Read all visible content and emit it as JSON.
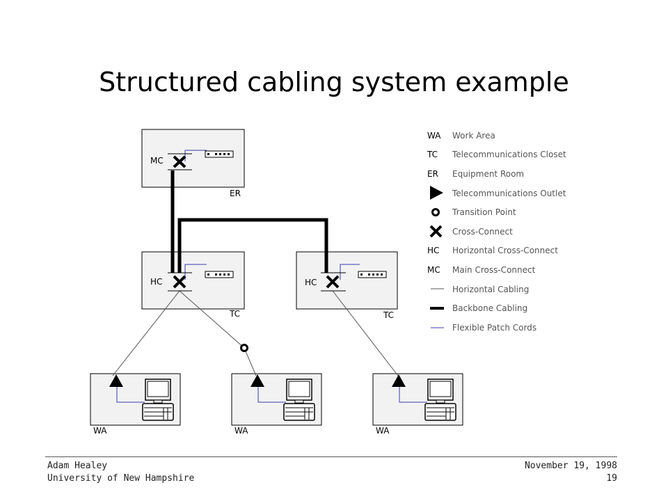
{
  "slide": {
    "title": "Structured cabling system example"
  },
  "diagram": {
    "rooms": {
      "er": {
        "box_label": "ER",
        "xconnect_label": "MC"
      },
      "tc1": {
        "box_label": "TC",
        "xconnect_label": "HC"
      },
      "tc2": {
        "box_label": "TC",
        "xconnect_label": "HC"
      },
      "wa1": {
        "box_label": "WA"
      },
      "wa2": {
        "box_label": "WA"
      },
      "wa3": {
        "box_label": "WA"
      }
    }
  },
  "legend": {
    "items": [
      {
        "abbr": "WA",
        "icon": "text",
        "label": "Work Area"
      },
      {
        "abbr": "TC",
        "icon": "text",
        "label": "Telecommunications Closet"
      },
      {
        "abbr": "ER",
        "icon": "text",
        "label": "Equipment Room"
      },
      {
        "abbr": "",
        "icon": "telecom-outlet-icon",
        "label": "Telecommunications Outlet"
      },
      {
        "abbr": "",
        "icon": "transition-point-icon",
        "label": "Transition Point"
      },
      {
        "abbr": "",
        "icon": "cross-connect-icon",
        "label": "Cross-Connect"
      },
      {
        "abbr": "HC",
        "icon": "text",
        "label": "Horizontal Cross-Connect"
      },
      {
        "abbr": "MC",
        "icon": "text",
        "label": "Main Cross-Connect"
      },
      {
        "abbr": "",
        "icon": "horizontal-cabling-line-icon",
        "label": "Horizontal Cabling"
      },
      {
        "abbr": "",
        "icon": "backbone-cabling-line-icon",
        "label": "Backbone Cabling"
      },
      {
        "abbr": "",
        "icon": "patch-cord-line-icon",
        "label": "Flexible Patch Cords"
      }
    ]
  },
  "colors": {
    "patch_cord": "#3b3bb0",
    "horizontal_cabling": "#555555",
    "backbone": "#000000",
    "box_fill": "#f2f2f2",
    "legend_text": "#555555"
  },
  "footer": {
    "author": "Adam Healey",
    "institution": "University of New Hampshire",
    "date": "November 19, 1998",
    "page": "19"
  }
}
